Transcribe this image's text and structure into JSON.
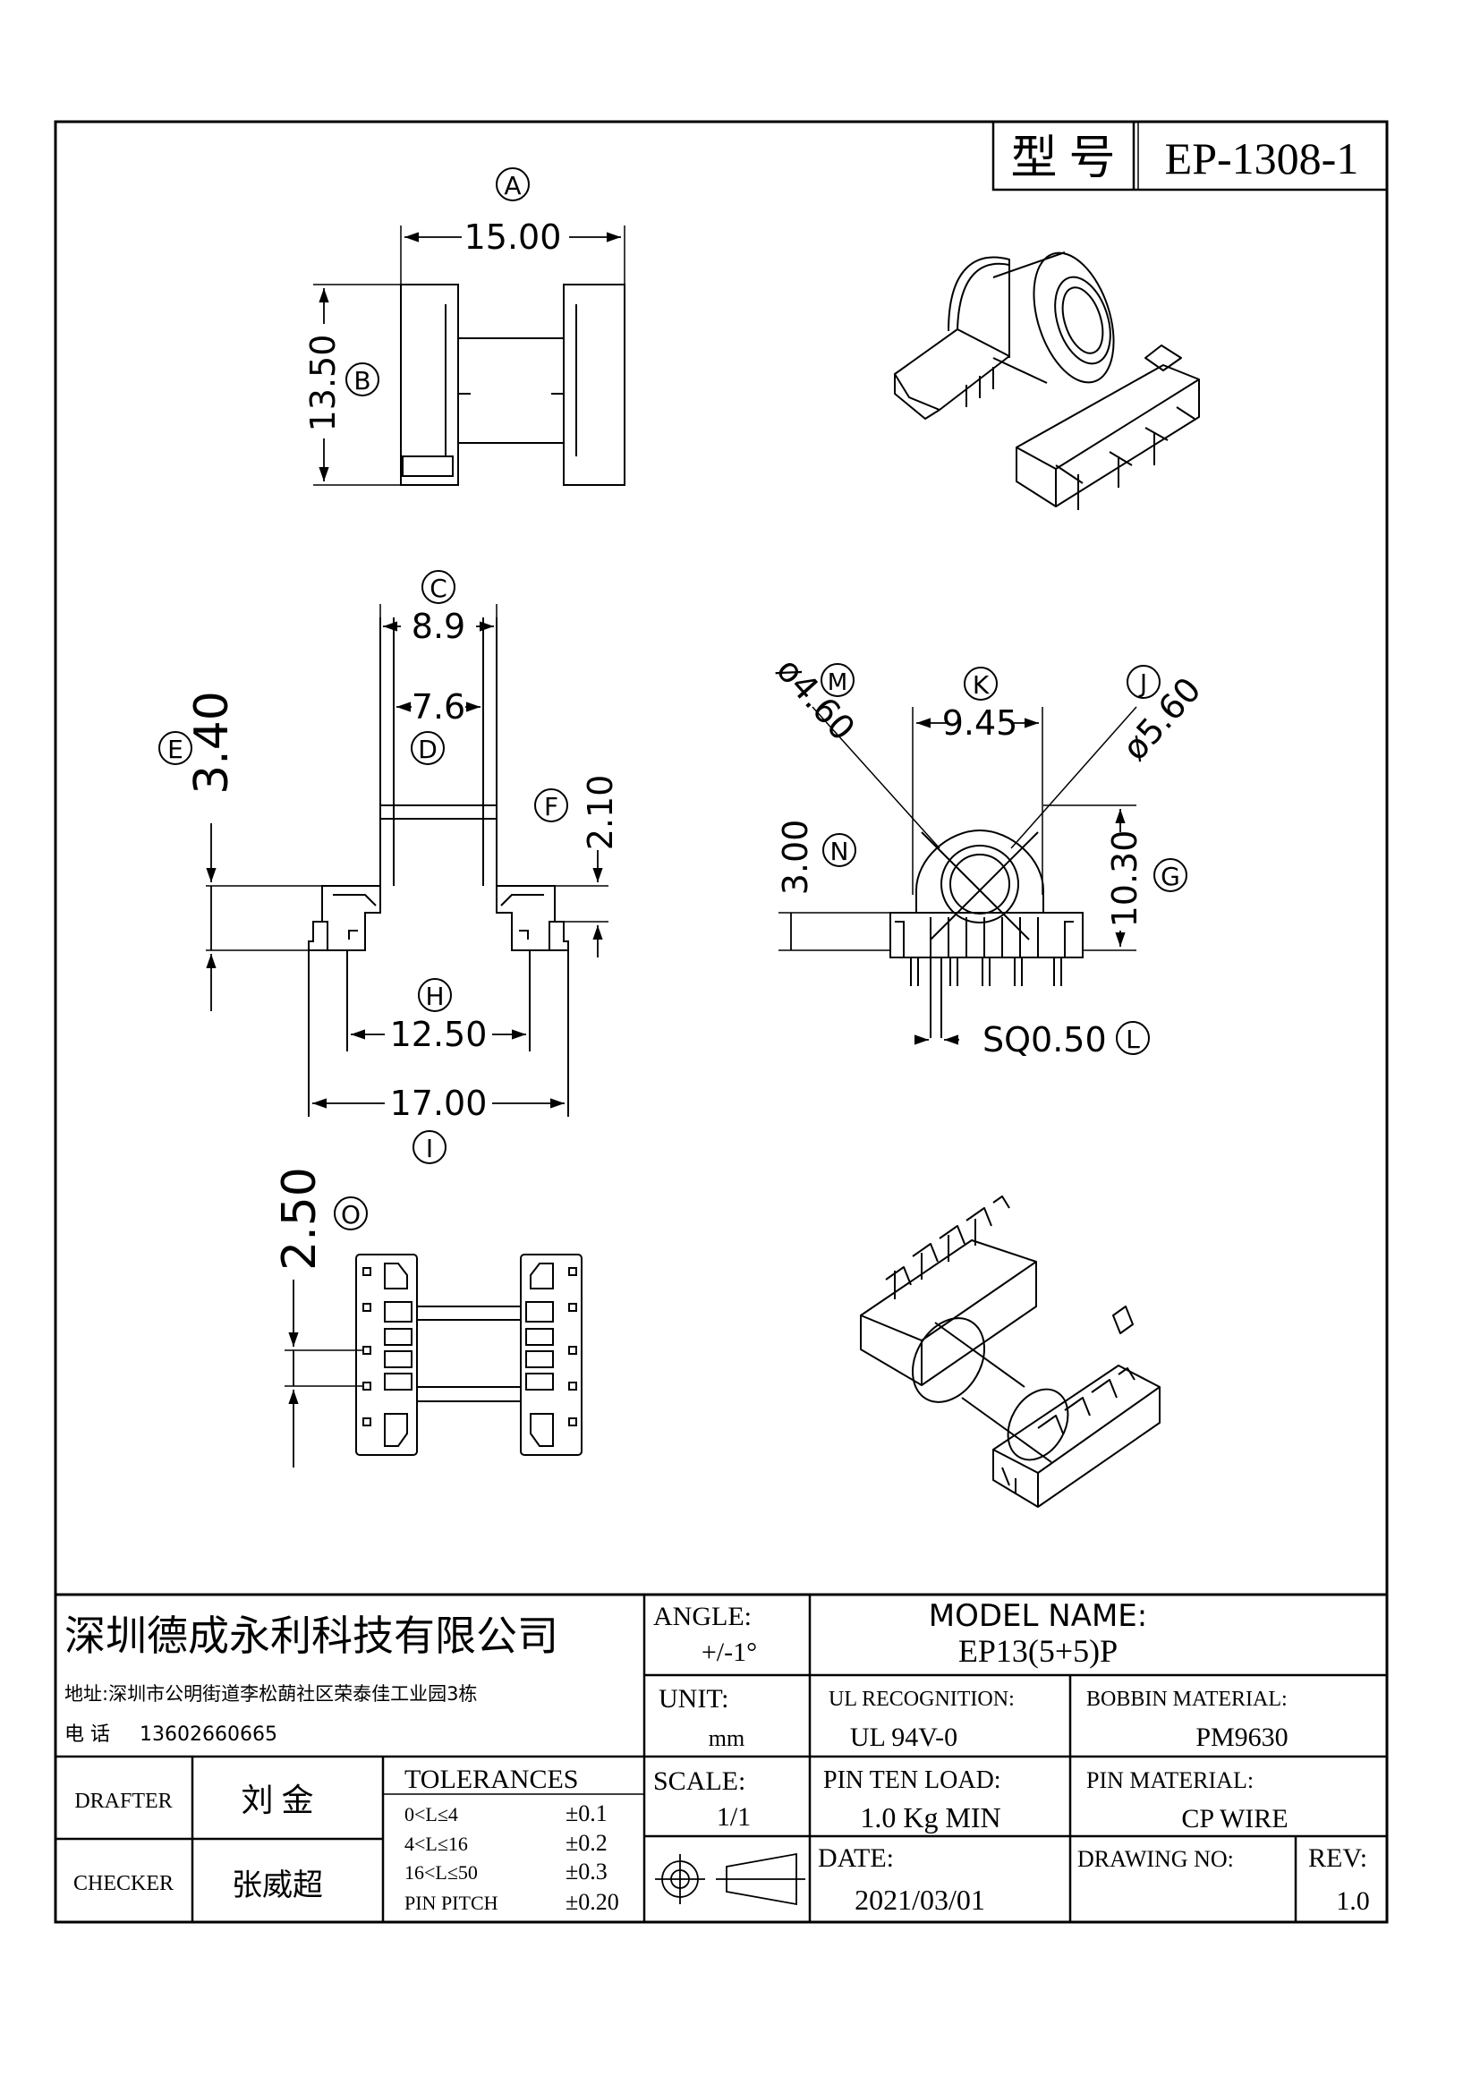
{
  "header": {
    "model_label": "型 号",
    "model_value": "EP-1308-1"
  },
  "dimensions": {
    "A": {
      "label": "A",
      "value": "15.00"
    },
    "B": {
      "label": "B",
      "value": "13.50"
    },
    "C": {
      "label": "C",
      "value": "8.9"
    },
    "D": {
      "label": "D",
      "value": "7.6"
    },
    "E": {
      "label": "E",
      "value": "3.40"
    },
    "F": {
      "label": "F",
      "value": "2.10"
    },
    "H": {
      "label": "H",
      "value": "12.50"
    },
    "I": {
      "label": "I",
      "value": "17.00"
    },
    "M": {
      "label": "M",
      "value": "ø4.60"
    },
    "K": {
      "label": "K",
      "value": "9.45"
    },
    "J": {
      "label": "J",
      "value": "ø5.60"
    },
    "N": {
      "label": "N",
      "value": "3.00"
    },
    "G": {
      "label": "G",
      "value": "10.30"
    },
    "L": {
      "label": "L",
      "value": "SQ0.50"
    },
    "O": {
      "label": "O",
      "value": "2.50"
    }
  },
  "title_block": {
    "company": "深圳德成永利科技有限公司",
    "address": "地址:深圳市公明街道李松蓢社区荣泰佳工业园3栋",
    "phone_label": "电 话",
    "phone": "13602660665",
    "angle_label": "ANGLE:",
    "angle_value": "+/-1°",
    "model_name_label": "MODEL NAME:",
    "model_name_value": "EP13(5+5)P",
    "unit_label": "UNIT:",
    "unit_value": "mm",
    "ul_label": "UL RECOGNITION:",
    "ul_value": "UL 94V-0",
    "bobbin_label": "BOBBIN MATERIAL:",
    "bobbin_value": "PM9630",
    "drafter_label": "DRAFTER",
    "drafter_value": "刘 金",
    "tolerances_label": "TOLERANCES",
    "tol_rows": [
      {
        "range": "0<L≤4",
        "value": "±0.1"
      },
      {
        "range": "4<L≤16",
        "value": "±0.2"
      },
      {
        "range": "16<L≤50",
        "value": "±0.3"
      },
      {
        "range": "PIN PITCH",
        "value": "±0.20"
      }
    ],
    "scale_label": "SCALE:",
    "scale_value": "1/1",
    "pin_load_label": "PIN TEN LOAD:",
    "pin_load_value": "1.0 Kg MIN",
    "pin_material_label": "PIN MATERIAL:",
    "pin_material_value": "CP WIRE",
    "checker_label": "CHECKER",
    "checker_value": "张威超",
    "date_label": "DATE:",
    "date_value": "2021/03/01",
    "drawing_no_label": "DRAWING NO:",
    "drawing_no_value": "",
    "rev_label": "REV:",
    "rev_value": "1.0"
  }
}
